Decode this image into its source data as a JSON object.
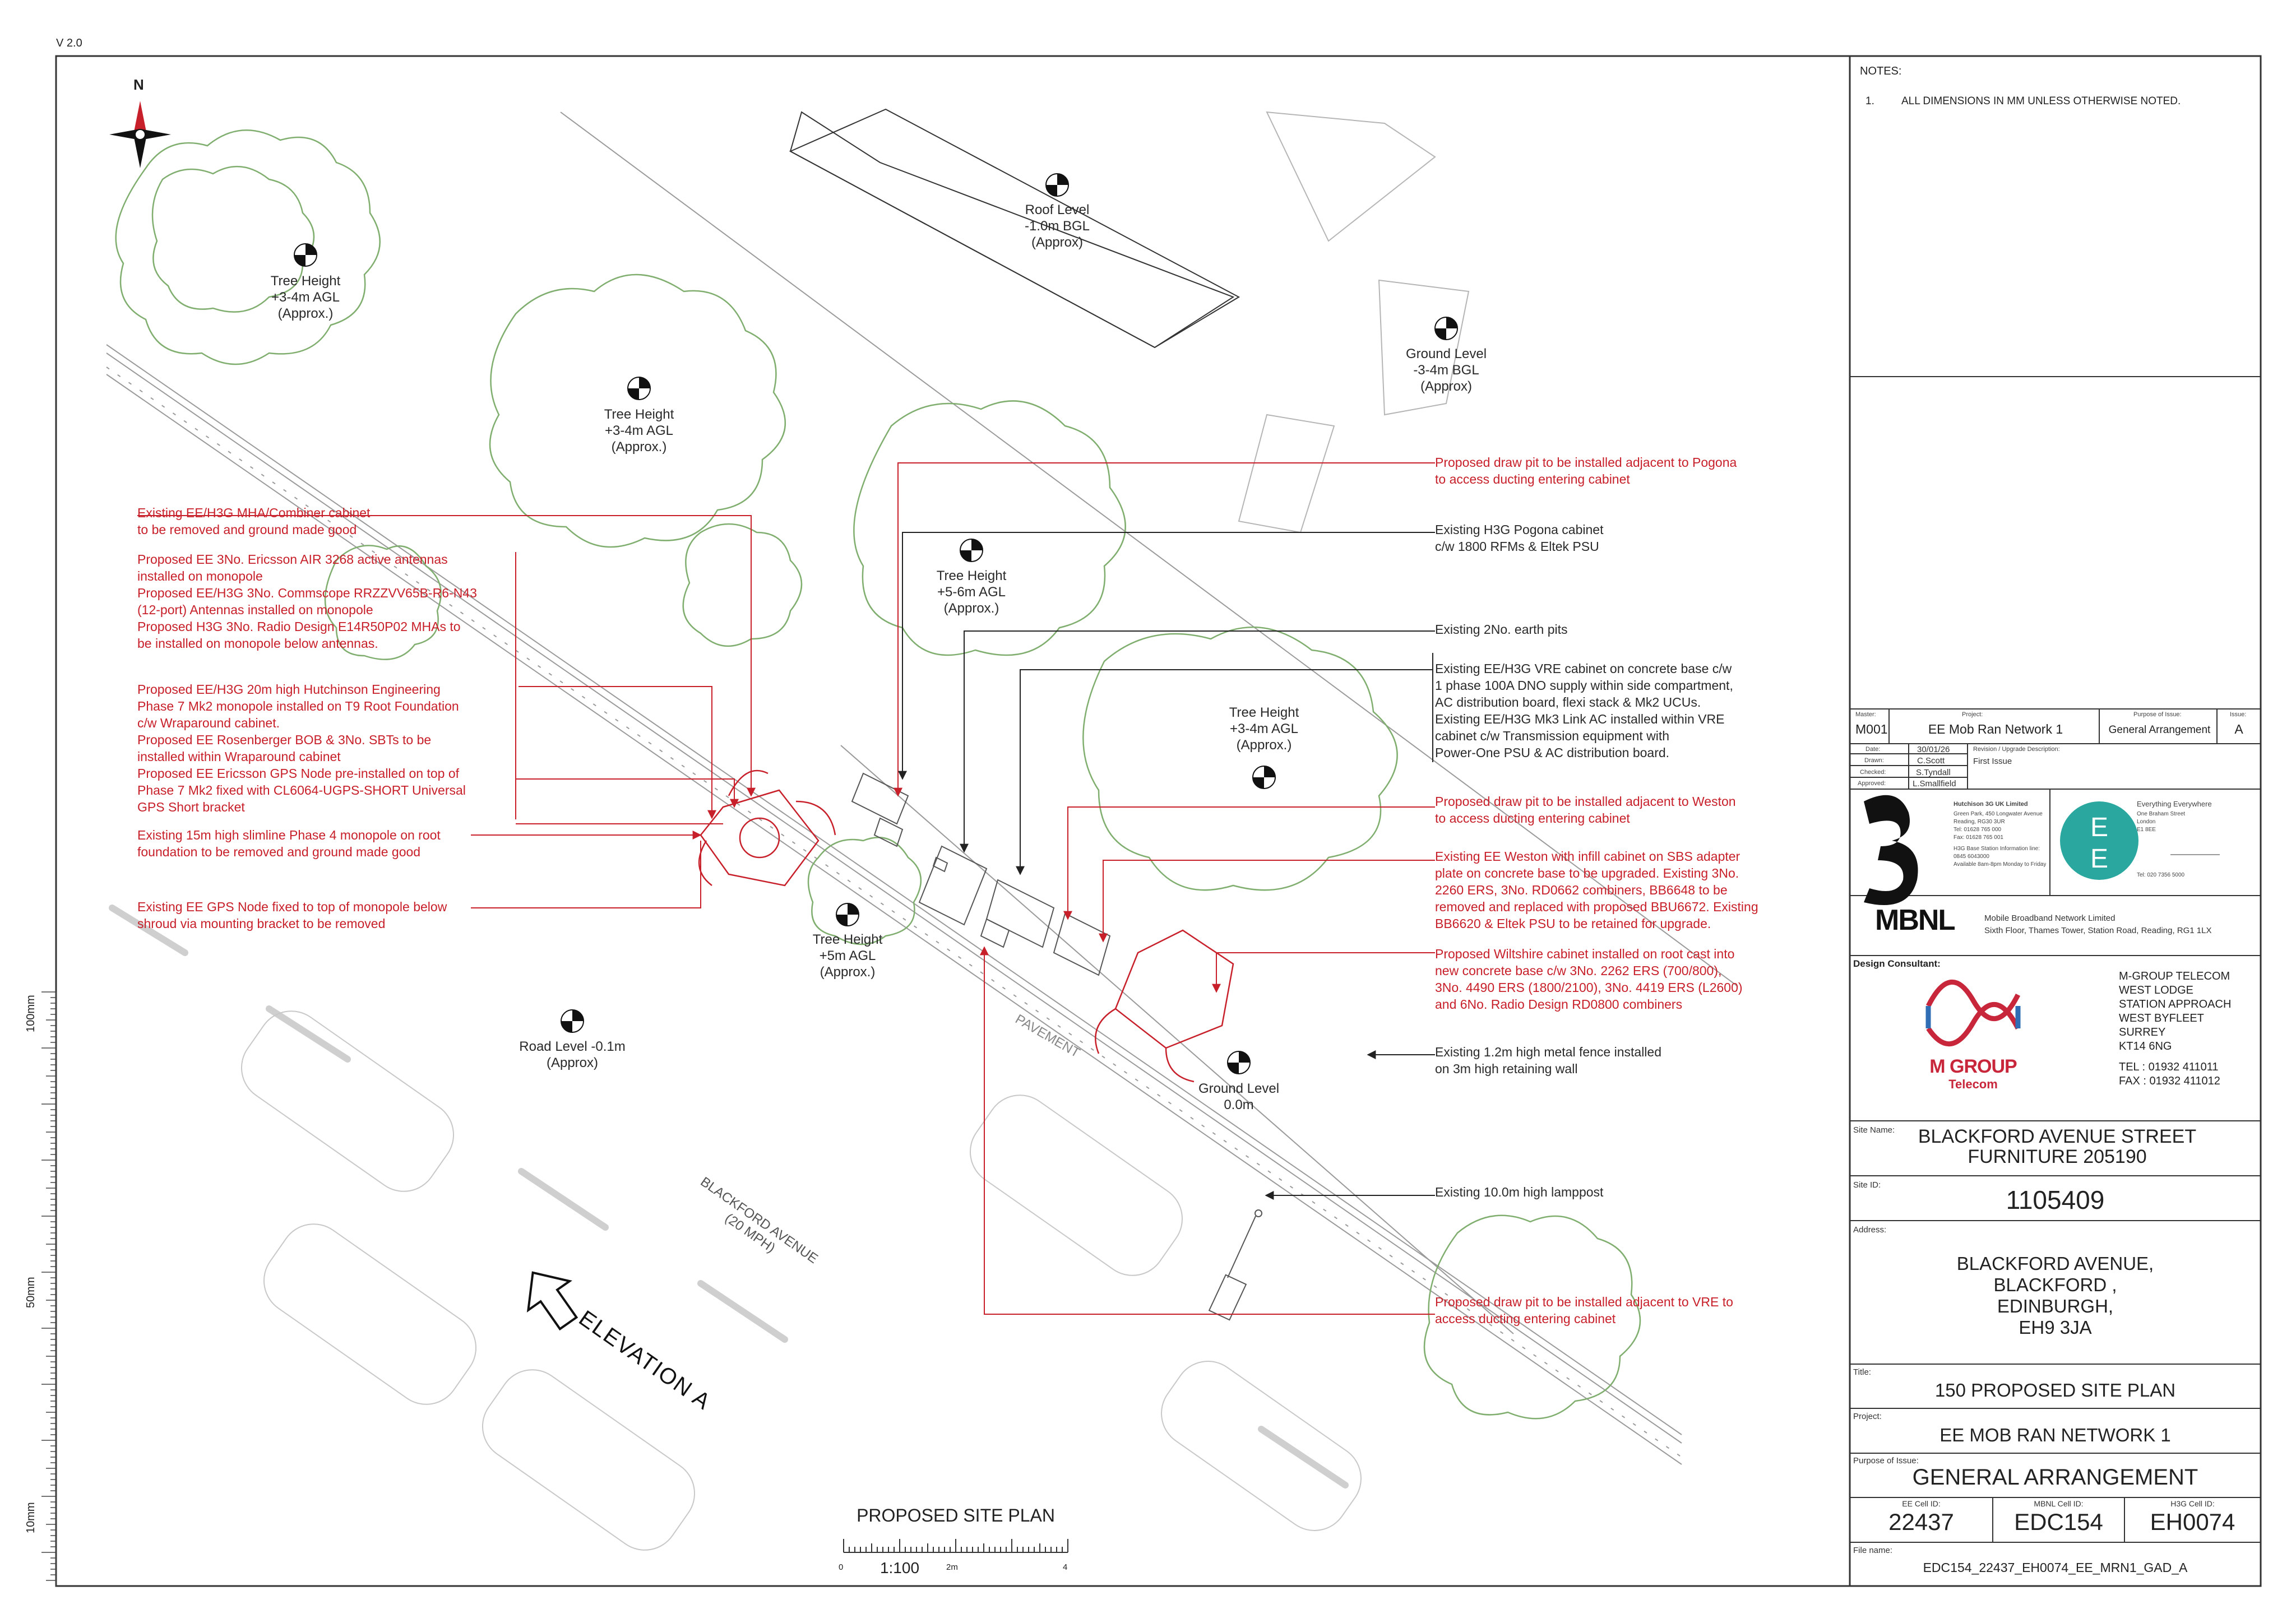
{
  "version": "V 2.0",
  "north_label": "N",
  "plan_title": "PROPOSED SITE PLAN",
  "scale_label": "1:100",
  "scale_ticks": [
    "0",
    "2m",
    "4"
  ],
  "elevation_label": "ELEVATION A",
  "road_label": [
    "BLACKFORD AVENUE",
    "(20 MPH)"
  ],
  "pavement_label": "PAVEMENT",
  "scale_marks": [
    "100mm",
    "50mm",
    "10mm"
  ],
  "levels": [
    {
      "id": "tree1",
      "lines": [
        "Tree Height",
        "+3-4m AGL",
        "(Approx.)"
      ]
    },
    {
      "id": "tree2",
      "lines": [
        "Tree Height",
        "+3-4m AGL",
        "(Approx.)"
      ]
    },
    {
      "id": "roof",
      "lines": [
        "Roof Level",
        "-1.0m BGL",
        "(Approx)"
      ]
    },
    {
      "id": "ground1",
      "lines": [
        "Ground Level",
        "-3-4m BGL",
        "(Approx)"
      ]
    },
    {
      "id": "tree3",
      "lines": [
        "Tree Height",
        "+5-6m AGL",
        "(Approx.)"
      ]
    },
    {
      "id": "tree4",
      "lines": [
        "Tree Height",
        "+3-4m AGL",
        "(Approx.)"
      ]
    },
    {
      "id": "tree5",
      "lines": [
        "Tree Height",
        "+5m AGL",
        "(Approx.)"
      ]
    },
    {
      "id": "road",
      "lines": [
        "Road Level -0.1m",
        "(Approx)"
      ]
    },
    {
      "id": "ground2",
      "lines": [
        "Ground Level",
        "0.0m"
      ]
    }
  ],
  "left_notes": [
    {
      "id": "mha",
      "lines": [
        "Existing EE/H3G MHA/Combiner cabinet",
        "to be removed and ground made good"
      ]
    },
    {
      "id": "antennas",
      "lines": [
        "Proposed EE 3No. Ericsson AIR 3268 active antennas",
        "installed on monopole",
        "Proposed EE/H3G 3No. Commscope RRZZVV65B-R6-N43",
        "(12-port) Antennas installed on monopole",
        "Proposed H3G 3No. Radio Design E14R50P02 MHAs to",
        "be installed on monopole below antennas."
      ]
    },
    {
      "id": "monopole",
      "lines": [
        "Proposed EE/H3G 20m high Hutchinson Engineering",
        "Phase 7 Mk2 monopole installed on T9 Root Foundation",
        "c/w Wraparound cabinet.",
        "Proposed EE Rosenberger BOB & 3No. SBTs to be",
        "installed within Wraparound cabinet",
        "Proposed EE Ericsson GPS Node pre-installed on top of",
        "Phase 7 Mk2 fixed with CL6064-UGPS-SHORT Universal",
        "GPS Short bracket"
      ]
    },
    {
      "id": "slimline",
      "lines": [
        "Existing 15m high slimline Phase 4 monopole on root",
        "foundation to be removed and ground made good"
      ]
    },
    {
      "id": "gps",
      "lines": [
        "Existing EE GPS Node fixed to top of monopole below",
        "shroud via mounting bracket to be removed"
      ]
    }
  ],
  "right_notes": [
    {
      "id": "drawpit1",
      "color": "red",
      "lines": [
        "Proposed draw pit to be installed adjacent to Pogona",
        "to access ducting entering cabinet"
      ]
    },
    {
      "id": "pogona",
      "color": "black",
      "lines": [
        "Existing H3G Pogona cabinet",
        "c/w 1800 RFMs & Eltek PSU"
      ]
    },
    {
      "id": "earth",
      "color": "black",
      "lines": [
        "Existing 2No. earth pits"
      ]
    },
    {
      "id": "vre",
      "color": "black",
      "lines": [
        "Existing EE/H3G VRE cabinet on concrete base c/w",
        "1 phase 100A DNO supply within side compartment,",
        "AC distribution board, flexi stack & Mk2 UCUs.",
        "Existing EE/H3G Mk3 Link AC installed within VRE",
        "cabinet c/w Transmission equipment with",
        "Power-One PSU & AC distribution board."
      ]
    },
    {
      "id": "drawpit2",
      "color": "red",
      "lines": [
        "Proposed draw pit to be installed adjacent to Weston",
        "to access ducting entering cabinet"
      ]
    },
    {
      "id": "weston",
      "color": "red",
      "lines": [
        "Existing EE Weston with infill cabinet on SBS adapter",
        "plate on concrete base to be upgraded. Existing 3No.",
        "2260 ERS, 3No. RD0662 combiners, BB6648 to be",
        "removed and replaced with proposed BBU6672. Existing",
        "BB6620 & Eltek PSU to be retained for upgrade."
      ]
    },
    {
      "id": "wiltshire",
      "color": "red",
      "lines": [
        "Proposed Wiltshire cabinet installed on root cast into",
        "new concrete base c/w 3No. 2262 ERS (700/800),",
        "3No. 4490 ERS (1800/2100), 3No. 4419 ERS (L2600)",
        "and 6No. Radio Design RD0800 combiners"
      ]
    },
    {
      "id": "fence",
      "color": "black",
      "lines": [
        "Existing 1.2m high metal fence installed",
        "on 3m high retaining wall"
      ]
    },
    {
      "id": "lamppost",
      "color": "black",
      "lines": [
        "Existing 10.0m high lamppost"
      ]
    },
    {
      "id": "drawpit3",
      "color": "red",
      "lines": [
        "Proposed draw pit to be installed adjacent to VRE to",
        "access ducting entering cabinet"
      ]
    }
  ],
  "title_block": {
    "notes_heading": "NOTES:",
    "note_number": "1.",
    "note_text": "ALL DIMENSIONS IN MM UNLESS OTHERWISE NOTED.",
    "master_label": "Master:",
    "master_value": "M001",
    "project_label": "Project:",
    "project_value": "EE Mob Ran Network 1",
    "purpose_label": "Purpose of Issue:",
    "purpose_value": "General Arrangement",
    "issue_label": "Issue:",
    "issue_value": "A",
    "date_label": "Date:",
    "date_value": "30/01/26",
    "drawn_label": "Drawn:",
    "drawn_value": "C.Scott",
    "checked_label": "Checked:",
    "checked_value": "S.Tyndall",
    "approved_label": "Approved:",
    "approved_value": "L.Smallfield",
    "revision_label": "Revision / Upgrade Description:",
    "revision_value": "First Issue",
    "h3g_name": "Hutchison 3G UK Limited",
    "h3g_address": [
      "Green Park, 450 Longwater Avenue",
      "Reading, RG30 3UR",
      "Tel: 01628 765 000",
      "Fax: 01628 765 001",
      "",
      "H3G Base Station Information line:",
      "0845 6043000",
      "Available 8am-8pm Monday to Friday"
    ],
    "ee_name": "Everything Everywhere",
    "ee_address": [
      "One Braham Street",
      "London",
      "E1 8EE"
    ],
    "ee_tel": "Tel: 020 7356 5000",
    "mbnl_logo": "MBNL",
    "mbnl_name": "Mobile Broadband Network Limited",
    "mbnl_address": "Sixth Floor, Thames Tower,  Station Road, Reading, RG1 1LX",
    "consultant_label": "Design Consultant:",
    "mgroup_logo": "M GROUP",
    "mgroup_sub": "Telecom",
    "mgroup_address": [
      "M-GROUP TELECOM",
      "WEST LODGE",
      "STATION APPROACH",
      "WEST BYFLEET",
      "SURREY",
      "KT14 6NG",
      "",
      "TEL : 01932 411011",
      "FAX : 01932 411012"
    ],
    "site_name_label": "Site Name:",
    "site_name": [
      "BLACKFORD AVENUE STREET",
      "FURNITURE 205190"
    ],
    "site_id_label": "Site ID:",
    "site_id": "1105409",
    "address_label": "Address:",
    "address": [
      "BLACKFORD AVENUE,",
      "BLACKFORD ,",
      "EDINBURGH,",
      "EH9 3JA"
    ],
    "title_label": "Title:",
    "title": "150 PROPOSED SITE PLAN",
    "project2_label": "Project:",
    "project2": "EE MOB RAN NETWORK 1",
    "purpose2_label": "Purpose of Issue:",
    "purpose2": "GENERAL ARRANGEMENT",
    "ee_cell_label": "EE Cell ID:",
    "ee_cell": "22437",
    "mbnl_cell_label": "MBNL Cell ID:",
    "mbnl_cell": "EDC154",
    "h3g_cell_label": "H3G Cell ID:",
    "h3g_cell": "EH0074",
    "file_label": "File name:",
    "file_name": "EDC154_22437_EH0074_EE_MRN1_GAD_A"
  },
  "colors": {
    "annotation_red": "#c8202a",
    "tree_green": "#7fae6e",
    "ee_teal": "#2aa8a0",
    "mgroup_red": "#c8263a",
    "mgroup_blue": "#2f6db5"
  }
}
